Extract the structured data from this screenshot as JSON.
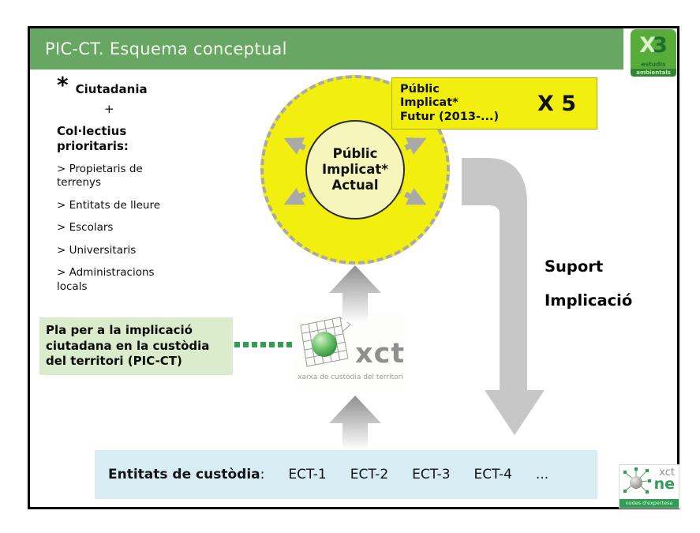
{
  "slide": {
    "title": "PIC-CT. Esquema conceptual"
  },
  "left_panel": {
    "asterisk": "*",
    "heading1": "Ciutadania",
    "plus": "+",
    "heading2": "Col·lectius prioritaris:",
    "items": [
      "> Propietaris de terrenys",
      "> Entitats de lleure",
      "> Escolars",
      "> Universitaris",
      "> Administracions locals"
    ]
  },
  "diagram": {
    "inner_circle": "Públic\nImplicat*\nActual",
    "future_box": {
      "label": "Públic\nImplicat*\nFutur (2013-...)",
      "multiplier": "X 5"
    },
    "plan_box": "Pla per a la implicació\nciutadana en la custòdia\ndel territori (PIC-CT)",
    "side_labels": [
      "Suport",
      "Implicació"
    ]
  },
  "bottom_bar": {
    "label": "Entitats de custòdia",
    "colon": ":",
    "items": [
      "ECT-1",
      "ECT-2",
      "ECT-3",
      "ECT-4",
      "..."
    ]
  },
  "logos": {
    "x3": {
      "x": "X",
      "three": "3",
      "line1": "estudis",
      "line2": "ambientals"
    },
    "xct": {
      "name": "xct",
      "caption": "xarxa de custòdia del territori"
    },
    "xct_ne": {
      "name": "xct",
      "sub": "ne",
      "caption": "nodes d'expertesa"
    }
  },
  "colors": {
    "header_green": "#68a763",
    "circle_yellow": "#f2ee0e",
    "inner_circle_yellow": "#f6f5bb",
    "plan_box_green": "#daeccb",
    "bottom_bar_blue": "#d8ecf3",
    "arrow_gray": "#c7c7c7",
    "dashed_gray": "#a9a9a9",
    "dotted_green": "#2f9e52",
    "logo_green": "#58ad3a"
  }
}
